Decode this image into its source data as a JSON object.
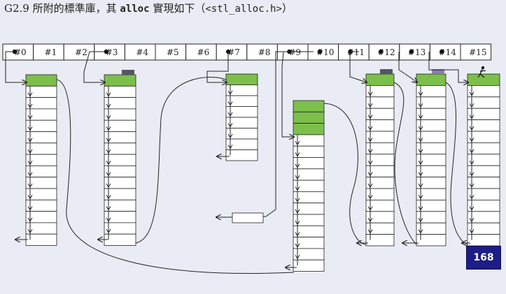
{
  "title": {
    "prefix": "G2.9 所附的標準庫，其",
    "code": "alloc",
    "suffix": "實現如下（",
    "header": "<stl_alloc.h>",
    "close": "）"
  },
  "free_list": {
    "slots": [
      "#0",
      "#1",
      "#2",
      "#3",
      "#4",
      "#5",
      "#6",
      "#7",
      "#8",
      "#9",
      "#10",
      "#11",
      "#12",
      "#13",
      "#14",
      "#15"
    ],
    "pointer_slots": [
      0,
      3,
      7,
      9,
      10,
      11,
      12,
      13,
      14
    ]
  },
  "page_number": "168",
  "colors": {
    "background": "#e9ecf4",
    "cell_fill": "#ffffff",
    "allocated_block": "#7cbf4a",
    "used_marker": "#555566",
    "used_marker_purple": "#8a7fb0",
    "line": "#222222",
    "badge": "#1c1e86"
  },
  "icons": [
    "arrow-icon",
    "running-person-icon"
  ]
}
